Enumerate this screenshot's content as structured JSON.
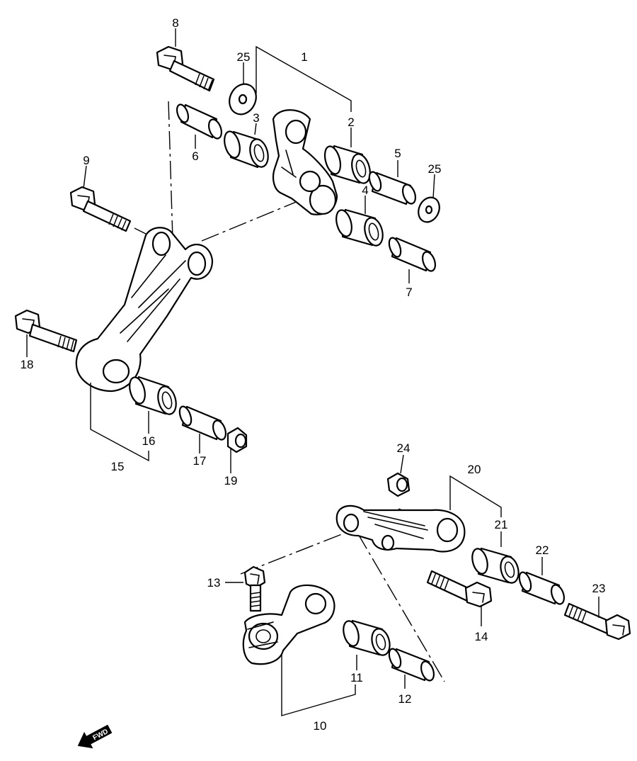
{
  "diagram": {
    "type": "exploded-parts",
    "callouts": {
      "p1": "1",
      "p2": "2",
      "p3": "3",
      "p4": "4",
      "p5": "5",
      "p6": "6",
      "p7": "7",
      "p8": "8",
      "p9": "9",
      "p10": "10",
      "p11": "11",
      "p12": "12",
      "p13": "13",
      "p14": "14",
      "p15": "15",
      "p16": "16",
      "p17": "17",
      "p18": "18",
      "p19": "19",
      "p20": "20",
      "p21": "21",
      "p22": "22",
      "p23": "23",
      "p24": "24",
      "p25a": "25",
      "p25b": "25"
    },
    "direction_arrow": {
      "label": "FWD",
      "icon": "forward-arrow-icon"
    }
  }
}
